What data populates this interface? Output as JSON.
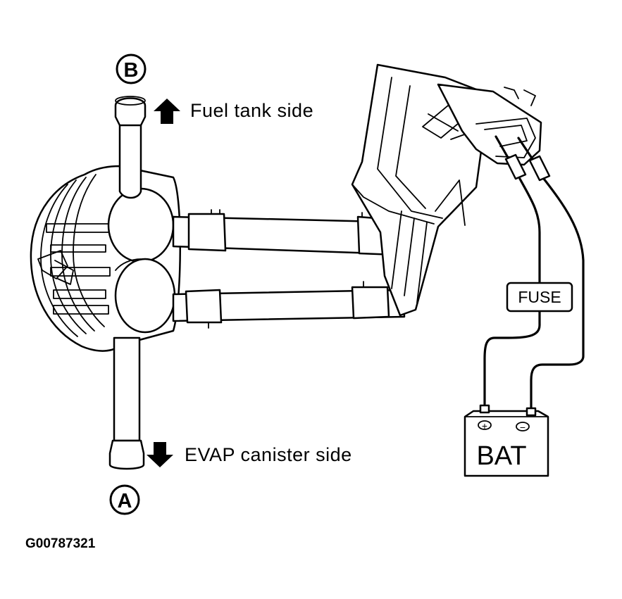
{
  "labels": {
    "port_b": "B",
    "port_a": "A",
    "fuel_tank_side": "Fuel tank side",
    "evap_canister_side": "EVAP canister side",
    "fuse": "FUSE",
    "battery": "BAT",
    "battery_plus": "+",
    "battery_minus": "−",
    "figure_id": "G00787321"
  },
  "icons": {
    "up_arrow": "up-arrow-icon",
    "down_arrow": "down-arrow-icon"
  },
  "colors": {
    "line": "#000000",
    "background": "#ffffff"
  }
}
